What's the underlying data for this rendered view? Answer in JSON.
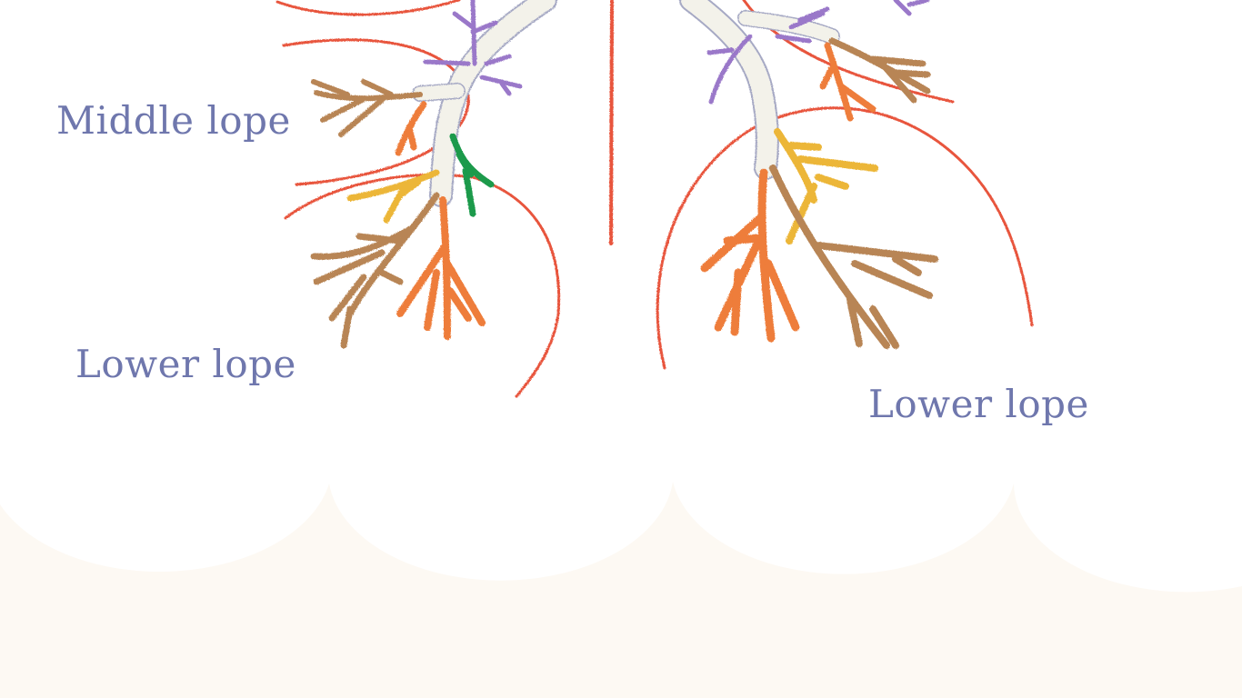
{
  "labels": {
    "middle_lobe": "Middle lope",
    "lower_lobe_left": "Lower lope",
    "lower_lobe_right": "Lower lope"
  },
  "colors": {
    "background": "#ffffff",
    "scallop_fill": "#fdf9f3",
    "label_text": "#6f77ad",
    "fissure_red": "#e8553e",
    "trachea_gray": "#f3f2ea",
    "trachea_outline": "#a6a9c4",
    "branch_brown": "#b88555",
    "branch_orange": "#ee7d3a",
    "branch_yellow": "#ecb638",
    "branch_green": "#1a9a4b",
    "branch_purple": "#9a78c9"
  }
}
